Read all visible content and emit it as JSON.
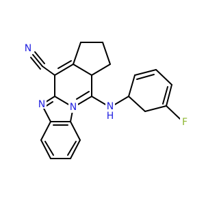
{
  "molecule": {
    "atom_labels": {
      "nitrile_n": "N",
      "imidazole_n": "N",
      "bridge_n": "N",
      "amine_n": "N",
      "amine_h": "H",
      "fluorine": "F"
    },
    "colors": {
      "bond": "#000000",
      "nitrogen": "#1f1fe0",
      "fluorine": "#8db62f"
    }
  }
}
